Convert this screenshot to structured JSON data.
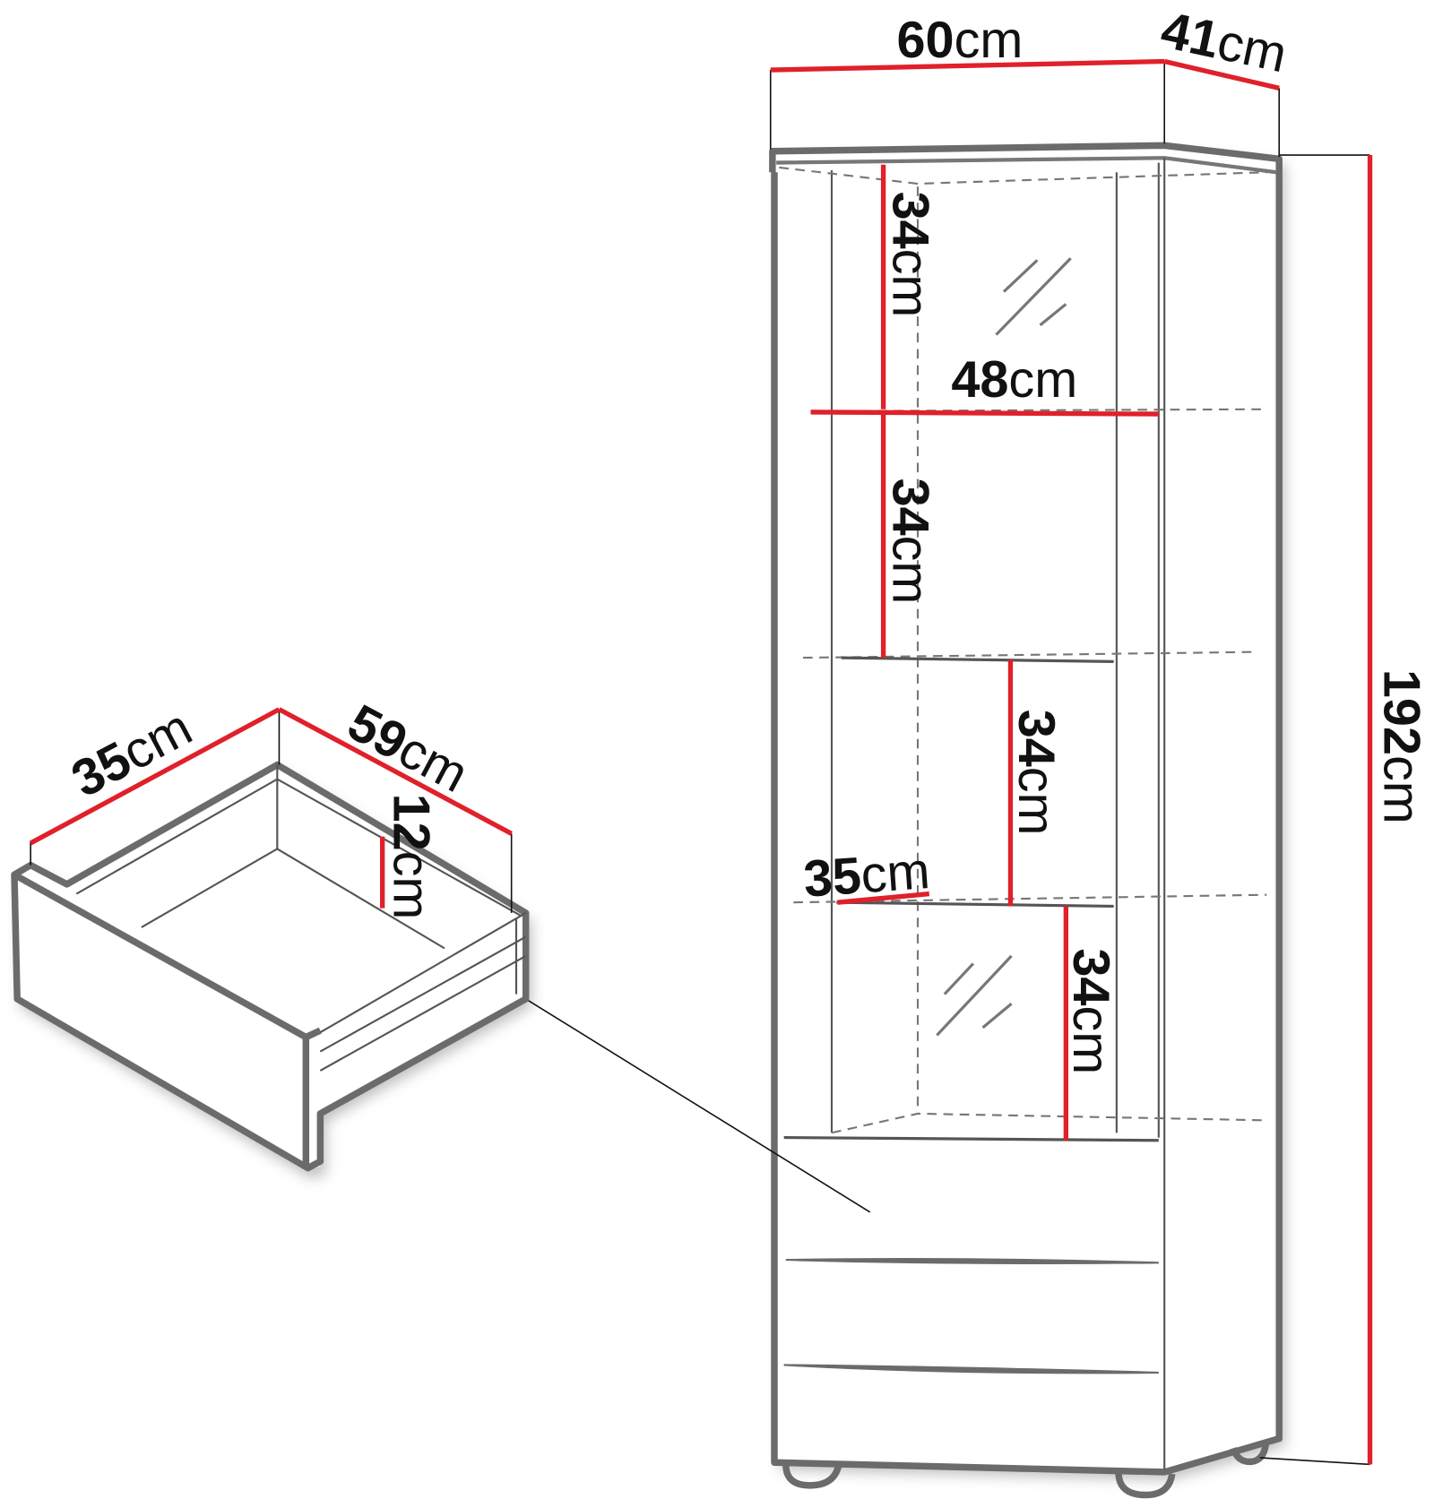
{
  "colors": {
    "dimension": "#e0202a",
    "outline": "#6b6b6b"
  },
  "cabinet": {
    "width": {
      "value": "60",
      "unit": "cm"
    },
    "depth": {
      "value": "41",
      "unit": "cm"
    },
    "height": {
      "value": "192",
      "unit": "cm"
    },
    "inner_width": {
      "value": "48",
      "unit": "cm"
    },
    "shelf_depth": {
      "value": "35",
      "unit": "cm"
    },
    "compartments": [
      {
        "value": "34",
        "unit": "cm"
      },
      {
        "value": "34",
        "unit": "cm"
      },
      {
        "value": "34",
        "unit": "cm"
      },
      {
        "value": "34",
        "unit": "cm"
      }
    ]
  },
  "drawer": {
    "depth": {
      "value": "35",
      "unit": "cm"
    },
    "width": {
      "value": "59",
      "unit": "cm"
    },
    "height": {
      "value": "12",
      "unit": "cm"
    }
  }
}
